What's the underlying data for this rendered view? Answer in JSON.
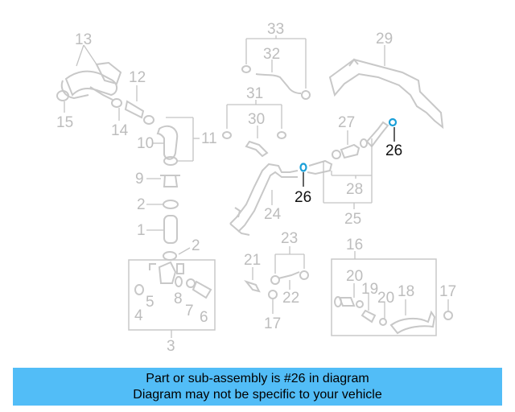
{
  "diagram": {
    "labels": {
      "l13": "13",
      "l12": "12",
      "l14": "14",
      "l15": "15",
      "l10": "10",
      "l11": "11",
      "l9": "9",
      "l2a": "2",
      "l1": "1",
      "l2b": "2",
      "l3": "3",
      "l4": "4",
      "l5": "5",
      "l6": "6",
      "l7": "7",
      "l8": "8",
      "l33": "33",
      "l32": "32",
      "l31": "31",
      "l30": "30",
      "l29": "29",
      "l27": "27",
      "l26a": "26",
      "l26b": "26",
      "l28": "28",
      "l25": "25",
      "l24": "24",
      "l23": "23",
      "l22": "22",
      "l21": "21",
      "l17a": "17",
      "l16": "16",
      "l20a": "20",
      "l19": "19",
      "l20b": "20",
      "l18": "18",
      "l17b": "17"
    },
    "highlight_part": "26",
    "highlight_color": "#1a9fd8"
  },
  "banner": {
    "line1": "Part or sub-assembly is #26 in diagram",
    "line2": "Diagram may not be specific to your vehicle",
    "background": "#52bdf7"
  }
}
